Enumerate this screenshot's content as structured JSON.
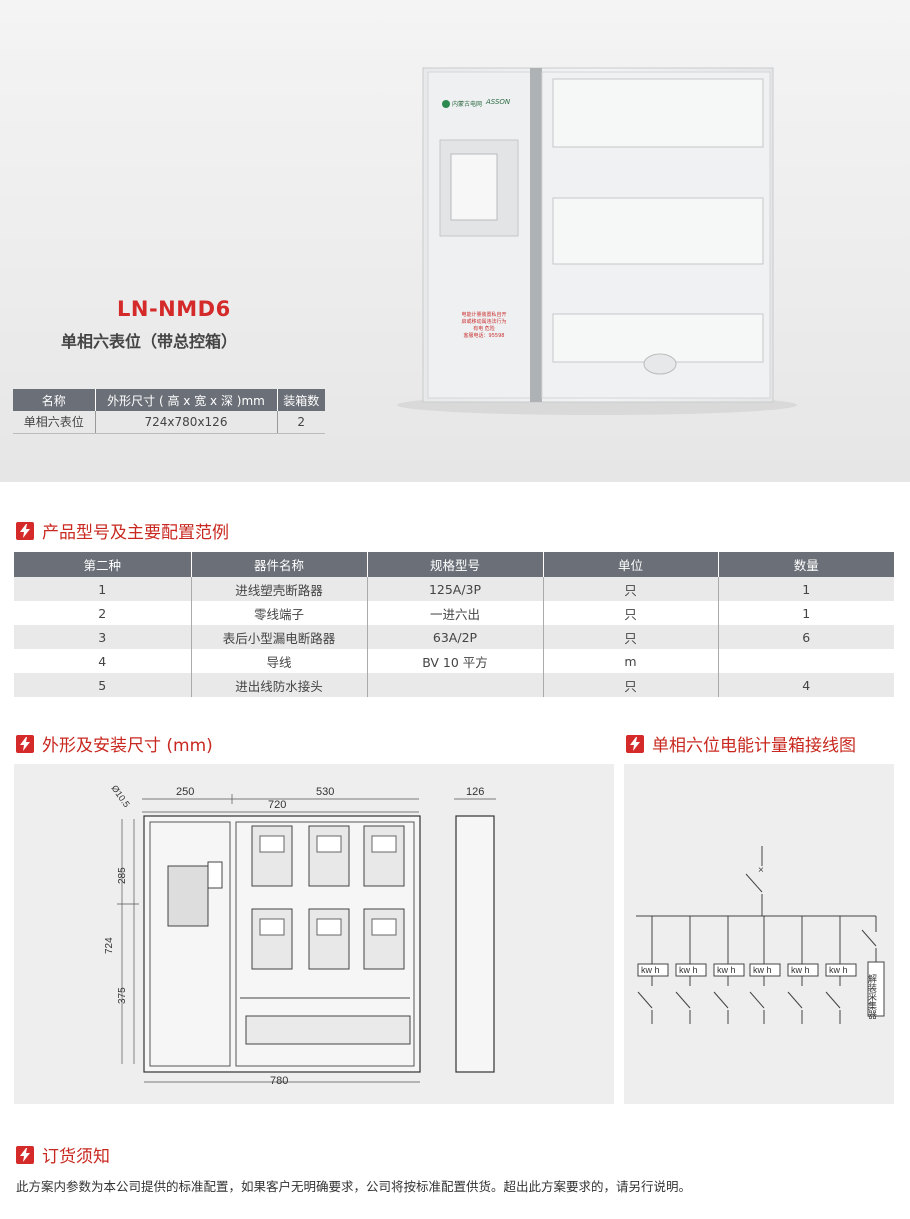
{
  "product": {
    "model": "LN-NMD6",
    "subtitle": "单相六表位（带总控箱）",
    "box_logo_text": "内蒙古电网",
    "box_brand": "ASSON",
    "warning_lines": [
      "电能计量装置私自开",
      "启或移动属违法行为",
      "有电",
      "危险",
      "客服电话：95598"
    ]
  },
  "spec_table": {
    "headers": [
      "名称",
      "外形尺寸 ( 高 x 宽 x 深 )mm",
      "装箱数"
    ],
    "rows": [
      [
        "单相六表位",
        "724x780x126",
        "2"
      ]
    ]
  },
  "section_config": {
    "title": "产品型号及主要配置范例",
    "headers": [
      "第二种",
      "器件名称",
      "规格型号",
      "单位",
      "数量"
    ],
    "rows": [
      [
        "1",
        "进线塑壳断路器",
        "125A/3P",
        "只",
        "1"
      ],
      [
        "2",
        "零线端子",
        "一进六出",
        "只",
        "1"
      ],
      [
        "3",
        "表后小型漏电断路器",
        "63A/2P",
        "只",
        "6"
      ],
      [
        "4",
        "导线",
        "BV 10 平方",
        "m",
        ""
      ],
      [
        "5",
        "进出线防水接头",
        "",
        "只",
        "4"
      ]
    ]
  },
  "section_dims": {
    "title": "外形及安装尺寸 (mm)",
    "labels": {
      "d250": "250",
      "d530": "530",
      "d720": "720",
      "d126": "126",
      "d285": "285",
      "d724": "724",
      "d375": "375",
      "d780": "780",
      "hole": "Ø10.5"
    }
  },
  "section_wiring": {
    "title": "单相六位电能计量箱接线图",
    "meter_label": "kw h",
    "collector_label": "解装采集器"
  },
  "section_notice": {
    "title": "订货须知",
    "text": "此方案内参数为本公司提供的标准配置，如果客户无明确要求，公司将按标准配置供货。超出此方案要求的，请另行说明。"
  },
  "colors": {
    "accent": "#d42a2a",
    "header_gray": "#6b6f77",
    "panel_gray": "#eeeeee"
  }
}
